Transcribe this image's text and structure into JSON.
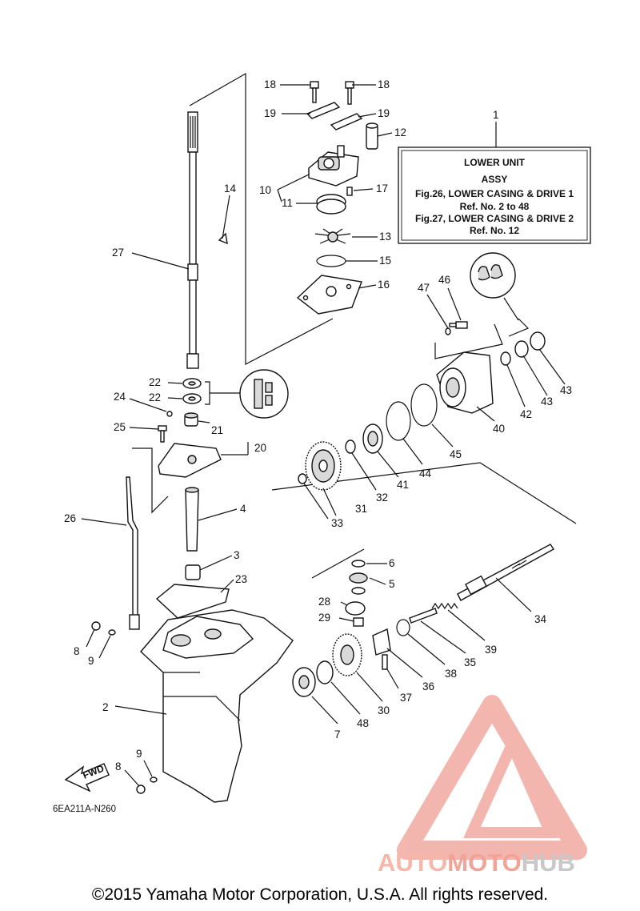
{
  "info_box": {
    "number": "1",
    "title_line1": "LOWER UNIT",
    "title_line2": "ASSY",
    "ref_line1": "Fig.26, LOWER CASING & DRIVE 1",
    "ref_line2": "Ref. No. 2 to 48",
    "ref_line3": "Fig.27, LOWER CASING & DRIVE 2",
    "ref_line4": "Ref. No. 12"
  },
  "callouts": {
    "n2": "2",
    "n3": "3",
    "n4": "4",
    "n5": "5",
    "n6": "6",
    "n7": "7",
    "n8a": "8",
    "n8b": "8",
    "n9a": "9",
    "n9b": "9",
    "n10": "10",
    "n11": "11",
    "n12": "12",
    "n13": "13",
    "n14": "14",
    "n15": "15",
    "n16": "16",
    "n17": "17",
    "n18a": "18",
    "n18b": "18",
    "n19a": "19",
    "n19b": "19",
    "n20": "20",
    "n21": "21",
    "n22a": "22",
    "n22b": "22",
    "n23": "23",
    "n24": "24",
    "n25": "25",
    "n26": "26",
    "n27": "27",
    "n28": "28",
    "n29": "29",
    "n30": "30",
    "n31": "31",
    "n32": "32",
    "n33": "33",
    "n34": "34",
    "n35": "35",
    "n36": "36",
    "n37": "37",
    "n38": "38",
    "n39": "39",
    "n40": "40",
    "n41": "41",
    "n42": "42",
    "n43a": "43",
    "n43b": "43",
    "n44": "44",
    "n45": "45",
    "n46": "46",
    "n47": "47",
    "n48": "48"
  },
  "fwd_label": "FWD",
  "grease_label": "GG",
  "diagram_code": "6EA211A-N260",
  "copyright": "©2015 Yamaha Motor Corporation, U.S.A. All rights reserved.",
  "watermark": {
    "part1": "AUTO",
    "part2": "MOTO",
    "part3": "HUB",
    "color1": "#f4a79c",
    "color2": "#f4a79c",
    "color3": "#c9c9c9"
  }
}
